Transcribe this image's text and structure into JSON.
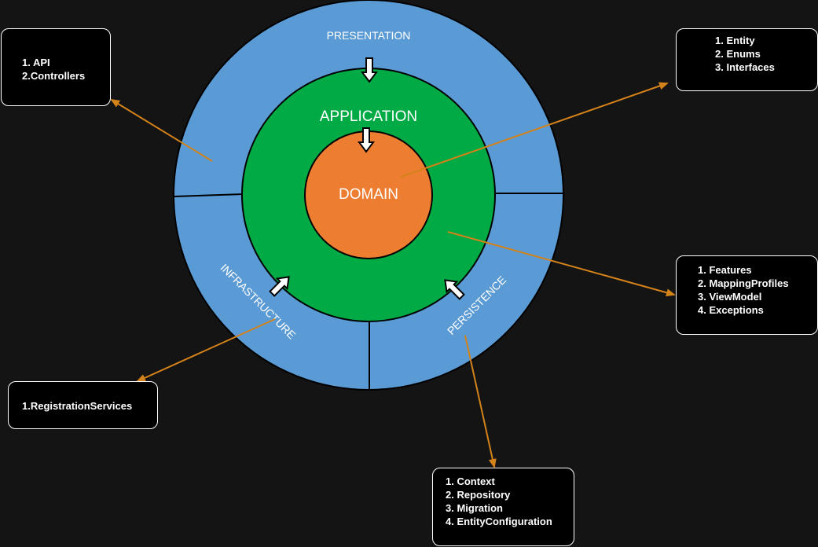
{
  "layers": {
    "presentation": "PRESENTATION",
    "application": "APPLICATION",
    "domain": "DOMAIN",
    "infrastructure": "INFRASTRUCTURE",
    "persistence": "PERSISTENCE"
  },
  "notes": {
    "presentation": [
      "1. API",
      "2.Controllers"
    ],
    "domain": [
      "1. Entity",
      "2. Enums",
      "3. Interfaces"
    ],
    "application": [
      "1. Features",
      "2. MappingProfiles",
      "3. ViewModel",
      "4. Exceptions"
    ],
    "infrastructure": [
      "1.RegistrationServices"
    ],
    "persistence": [
      "1. Context",
      "2. Repository",
      "3. Migration",
      "4. EntityConfiguration"
    ]
  },
  "colors": {
    "background": "#141414",
    "outer_ring": "#5b9bd5",
    "application": "#00aa44",
    "domain": "#ed7d31",
    "connector": "#d4821a",
    "note_background": "#000000"
  }
}
